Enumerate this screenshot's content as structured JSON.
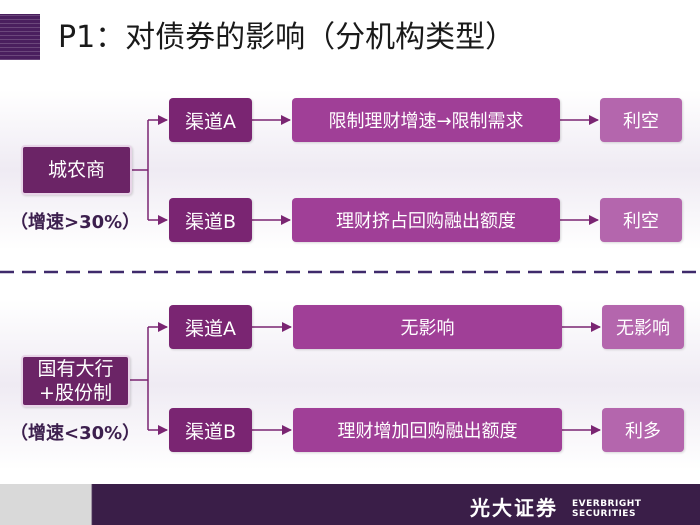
{
  "title": "P1：对债券的影响（分机构类型）",
  "upper": {
    "source": "城农商",
    "growth": "（增速>30%）",
    "rows": [
      {
        "channel": "渠道A",
        "mechanism": "限制理财增速→限制需求",
        "outcome": "利空"
      },
      {
        "channel": "渠道B",
        "mechanism": "理财挤占回购融出额度",
        "outcome": "利空"
      }
    ]
  },
  "lower": {
    "source_line1": "国有大行",
    "source_line2": "+股份制",
    "growth": "（增速<30%）",
    "rows": [
      {
        "channel": "渠道A",
        "mechanism": "无影响",
        "outcome": "无影响"
      },
      {
        "channel": "渠道B",
        "mechanism": "理财增加回购融出额度",
        "outcome": "利多"
      }
    ]
  },
  "footer": {
    "brand_cn": "光大证券",
    "brand_en": "EVERBRIGHT SECURITIES"
  },
  "colors": {
    "source": "#6b2466",
    "channel": "#7a2572",
    "mechanism": "#a03f97",
    "outcome": "#b466ad",
    "connector": "#7a2572",
    "divider": "#3f2a6b",
    "footer": "#3a1e48"
  }
}
